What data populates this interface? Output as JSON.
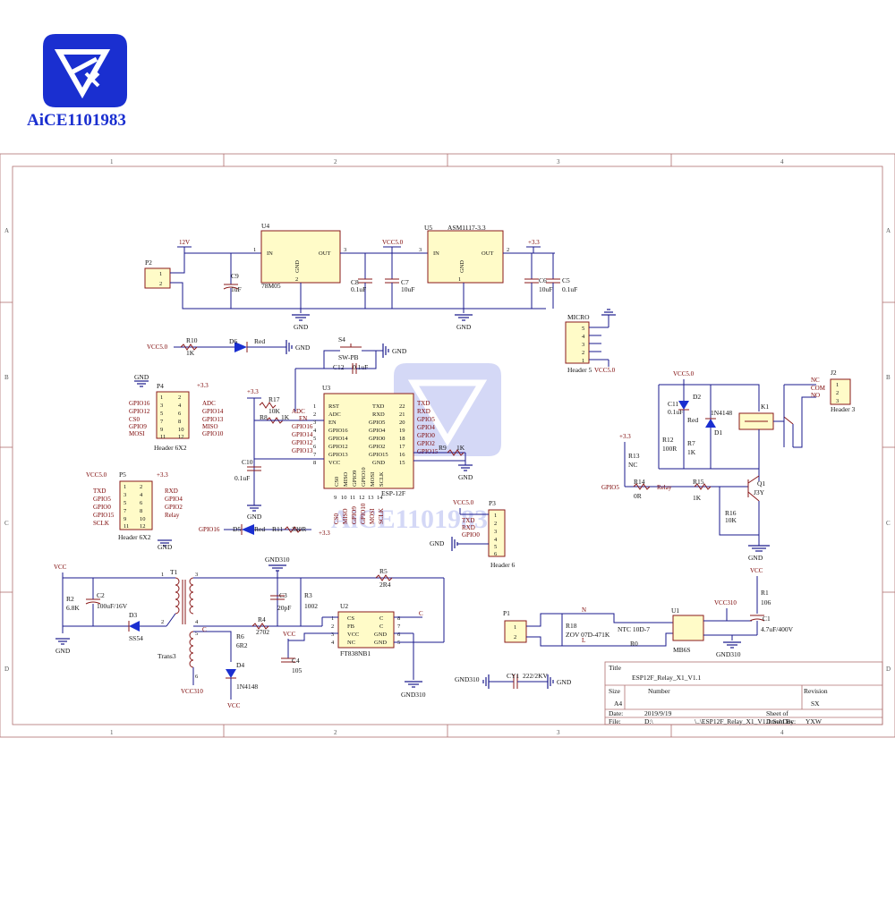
{
  "logo": {
    "text": "AiCE1101983"
  },
  "watermark": {
    "text": "AiCE1101983"
  },
  "frame": {
    "cols": [
      "1",
      "2",
      "3",
      "4"
    ],
    "rows": [
      "A",
      "B",
      "C",
      "D"
    ]
  },
  "title_block": {
    "title_label": "Title",
    "title": "ESP12F_Relay_X1_V1.1",
    "size_label": "Size",
    "size": "A4",
    "number_label": "Number",
    "revision_label": "Revision",
    "revision": "SX",
    "date_label": "Date:",
    "date": "2019/9/19",
    "sheet_label": "Sheet of",
    "file_label": "File:",
    "file": "D:\\",
    "file_path": "\\..\\ESP12F_Relay_X1_V1.1.SchDoc",
    "drawn_label": "Drawn By:",
    "drawn_by": "YXW"
  },
  "power": {
    "u4": {
      "ref": "U4",
      "part": "78M05",
      "in": "IN",
      "gnd": "GND",
      "out": "OUT",
      "pin1": "1",
      "pin2": "2",
      "pin3": "3"
    },
    "u5": {
      "ref": "U5",
      "part": "ASM1117-3.3",
      "in": "IN",
      "gnd": "GND",
      "out": "OUT",
      "pin1": "1",
      "pin2": "2",
      "pin3": "3"
    },
    "net_12v": "12V",
    "net_vcc50": "VCC5.0",
    "net_33": "+3.3",
    "gnd": "GND",
    "p2": {
      "ref": "P2",
      "pins": [
        "1",
        "2"
      ]
    },
    "c9": {
      "ref": "C9",
      "val": "1uF"
    },
    "c8": {
      "ref": "C8",
      "val": "0.1uF"
    },
    "c7": {
      "ref": "C7",
      "val": "10uF"
    },
    "c6": {
      "ref": "C6",
      "val": "10uF"
    },
    "c5": {
      "ref": "C5",
      "val": "0.1uF"
    }
  },
  "led_section": {
    "r10": {
      "ref": "R10",
      "val": "1K"
    },
    "d6": {
      "ref": "D6",
      "val": "Red"
    },
    "vcc": "VCC5.0",
    "gnd": "GND",
    "s4": {
      "ref": "S4",
      "val": "SW-PB"
    },
    "c12": {
      "ref": "C12",
      "val": "0.1uF"
    }
  },
  "micro": {
    "label": "MICRO",
    "pins": [
      "5",
      "4",
      "3",
      "2",
      "1"
    ],
    "name": "Header 5",
    "vcc": "VCC5.0"
  },
  "p4": {
    "ref": "P4",
    "name": "Header 6X2",
    "vcc": "+3.3",
    "gnd": "GND",
    "pins_left": [
      "2",
      "4",
      "6",
      "8",
      "10",
      "12"
    ],
    "pins_right": [
      "1",
      "3",
      "5",
      "7",
      "9",
      "11"
    ],
    "left_nets": [
      "GPIO16",
      "GPIO12",
      "CS0",
      "GPIO9",
      "MOSI"
    ],
    "right_nets": [
      "ADC",
      "GPIO14",
      "GPIO13",
      "MISO",
      "GPIO10"
    ]
  },
  "p5": {
    "ref": "P5",
    "name": "Header 6X2",
    "vcc_l": "VCC5.0",
    "vcc_r": "+3.3",
    "gnd": "GND",
    "pins_l": [
      "1",
      "3",
      "5",
      "7",
      "9",
      "11"
    ],
    "pins_r": [
      "2",
      "4",
      "6",
      "8",
      "10",
      "12"
    ],
    "left_nets": [
      "TXD",
      "GPIO5",
      "GPIO0",
      "GPIO15",
      "SCLK"
    ],
    "right_nets": [
      "RXD",
      "GPIO4",
      "GPIO2",
      "Relay"
    ]
  },
  "esp": {
    "ref": "U3",
    "part": "ESP-12F",
    "vcc": "+3.3",
    "gnd": "GND",
    "r17": {
      "ref": "R17",
      "val": "10K"
    },
    "r8": {
      "ref": "R8",
      "val": "1K"
    },
    "r9": {
      "ref": "R9",
      "val": "1K"
    },
    "c10": {
      "ref": "C10",
      "val": "0.1uF"
    },
    "left_pins": [
      "RST",
      "ADC",
      "EN",
      "GPIO16",
      "GPIO14",
      "GPIO12",
      "GPIO13",
      "VCC"
    ],
    "left_nums": [
      "1",
      "2",
      "3",
      "4",
      "5",
      "6",
      "7",
      "8"
    ],
    "left_nets": [
      "ADC",
      "EN",
      "GPIO16",
      "GPIO14",
      "GPIO12",
      "GPIO13"
    ],
    "right_pins": [
      "TXD",
      "RXD",
      "GPIO5",
      "GPIO4",
      "GPIO0",
      "GPIO2",
      "GPIO15",
      "GND"
    ],
    "right_nums": [
      "22",
      "21",
      "20",
      "19",
      "18",
      "17",
      "16",
      "15"
    ],
    "right_nets": [
      "TXD",
      "RXD",
      "GPIO5",
      "GPIO4",
      "GPIO0",
      "GPIO2",
      "GPIO15"
    ],
    "bottom_pins": [
      "CS0",
      "MISO",
      "GPIO9",
      "GPIO10",
      "MOSI",
      "SCLK"
    ],
    "bottom_nums": [
      "9",
      "10",
      "11",
      "12",
      "13",
      "14"
    ],
    "bottom_nets": [
      "CS0",
      "MISO",
      "GPIO9",
      "GPIO10",
      "MOSI",
      "SCLK"
    ]
  },
  "d5": {
    "net": "GPIO16",
    "ref": "D5",
    "val": "Red",
    "r11": "R11",
    "r11val": "330R",
    "vcc": "+3.3"
  },
  "p3": {
    "ref": "P3",
    "name": "Header 6",
    "vcc": "VCC5.0",
    "gnd": "GND",
    "pins": [
      "1",
      "2",
      "3",
      "4",
      "5",
      "6"
    ],
    "nets": [
      "TXD",
      "RXD",
      "GPIO0"
    ]
  },
  "relay": {
    "vcc": "VCC5.0",
    "c11": {
      "ref": "C11",
      "val": "0.1uF"
    },
    "d2": {
      "ref": "D2",
      "val": "Red"
    },
    "r12": {
      "ref": "R12",
      "val": "100R"
    },
    "r7": {
      "ref": "R7",
      "val": "1K"
    },
    "d1": {
      "ref": "D1",
      "val": "1N4148"
    },
    "k1": "K1",
    "j2": "J2",
    "nc": "NC",
    "com": "COM",
    "no": "NO",
    "header3": "Header 3",
    "pins": [
      "1",
      "2",
      "3"
    ],
    "r13": {
      "ref": "R13",
      "val": "NC"
    },
    "vcc33": "+3.3",
    "r14": {
      "ref": "R14",
      "val": "0R"
    },
    "gpio5": "GPIO5",
    "relay_net": "Relay",
    "r15": {
      "ref": "R15",
      "val": "1K"
    },
    "q1": {
      "ref": "Q1",
      "val": "J3Y"
    },
    "r16": {
      "ref": "R16",
      "val": "10K"
    },
    "gnd": "GND"
  },
  "flyback": {
    "vcc": "VCC",
    "r2": {
      "ref": "R2",
      "val": "6.8K"
    },
    "c2": {
      "ref": "C2",
      "val": "100uF/16V"
    },
    "d3": {
      "ref": "D3",
      "val": "SS54"
    },
    "t1": "T1",
    "trans": "Trans3",
    "pins": [
      "1",
      "2",
      "3",
      "4",
      "5",
      "6"
    ],
    "gnd": "GND",
    "vcc310": "VCC310",
    "gnd310": "GND310",
    "c3": {
      "ref": "C3",
      "val": "20pF"
    },
    "r3": {
      "ref": "R3",
      "val": "1002"
    },
    "r4": {
      "ref": "R4",
      "val": "2702"
    },
    "r5": {
      "ref": "R5",
      "val": "2R4"
    },
    "r6": {
      "ref": "R6",
      "val": "6R2"
    },
    "d4": {
      "ref": "D4",
      "val": "1N4148"
    },
    "c4": {
      "ref": "C4",
      "val": "105"
    },
    "c_net": "C",
    "u2": {
      "ref": "U2",
      "part": "FT838NB1",
      "left": [
        "CS",
        "FB",
        "VCC",
        "NC"
      ],
      "right": [
        "C",
        "C",
        "GND",
        "GND"
      ],
      "lnums": [
        "1",
        "2",
        "3",
        "4"
      ],
      "rnums": [
        "8",
        "7",
        "6",
        "5"
      ]
    }
  },
  "mains": {
    "p1": {
      "ref": "P1",
      "pins": [
        "1",
        "2"
      ]
    },
    "n": "N",
    "l": "L",
    "r18": {
      "ref": "R18",
      "val": "ZOV 07D-471K"
    },
    "ntc": "NTC 10D-7",
    "r0": "R0",
    "u1": {
      "ref": "U1",
      "part": "MB6S"
    },
    "vcc310": "VCC310",
    "gnd310": "GND310",
    "vcc": "VCC",
    "r1": {
      "ref": "R1",
      "val": "106"
    },
    "c1": {
      "ref": "C1",
      "val": "4.7uF/400V"
    },
    "cy": {
      "ref": "CY1",
      "val": "222/2KV"
    }
  }
}
